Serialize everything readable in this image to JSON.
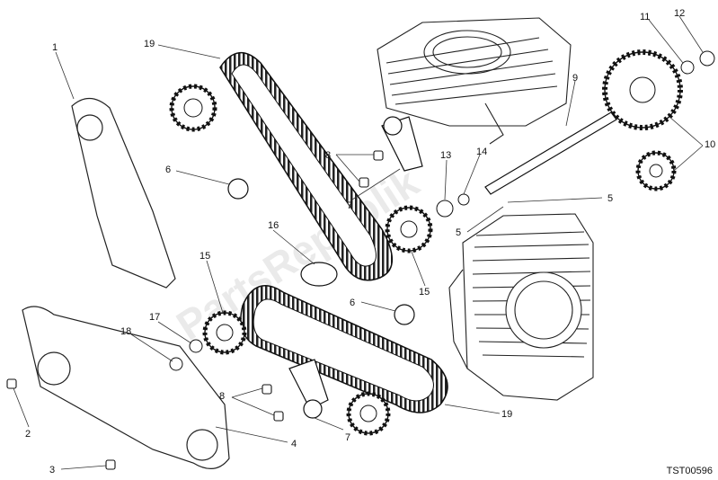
{
  "diagram": {
    "reference_code": "TST00596",
    "watermark": "PartsRepublik",
    "callouts": [
      {
        "id": "c1a",
        "label": "1"
      },
      {
        "id": "c2",
        "label": "2"
      },
      {
        "id": "c3",
        "label": "3"
      },
      {
        "id": "c4",
        "label": "4"
      },
      {
        "id": "c5a",
        "label": "5"
      },
      {
        "id": "c5b",
        "label": "5"
      },
      {
        "id": "c6a",
        "label": "6"
      },
      {
        "id": "c6b",
        "label": "6"
      },
      {
        "id": "c7a",
        "label": "7"
      },
      {
        "id": "c7b",
        "label": "7"
      },
      {
        "id": "c8a",
        "label": "8"
      },
      {
        "id": "c8b",
        "label": "8"
      },
      {
        "id": "c9",
        "label": "9"
      },
      {
        "id": "c10",
        "label": "10"
      },
      {
        "id": "c11",
        "label": "11"
      },
      {
        "id": "c12",
        "label": "12"
      },
      {
        "id": "c13",
        "label": "13"
      },
      {
        "id": "c14",
        "label": "14"
      },
      {
        "id": "c15a",
        "label": "15"
      },
      {
        "id": "c15b",
        "label": "15"
      },
      {
        "id": "c16",
        "label": "16"
      },
      {
        "id": "c17",
        "label": "17"
      },
      {
        "id": "c18",
        "label": "18"
      },
      {
        "id": "c19a",
        "label": "19"
      },
      {
        "id": "c19b",
        "label": "19"
      }
    ]
  }
}
